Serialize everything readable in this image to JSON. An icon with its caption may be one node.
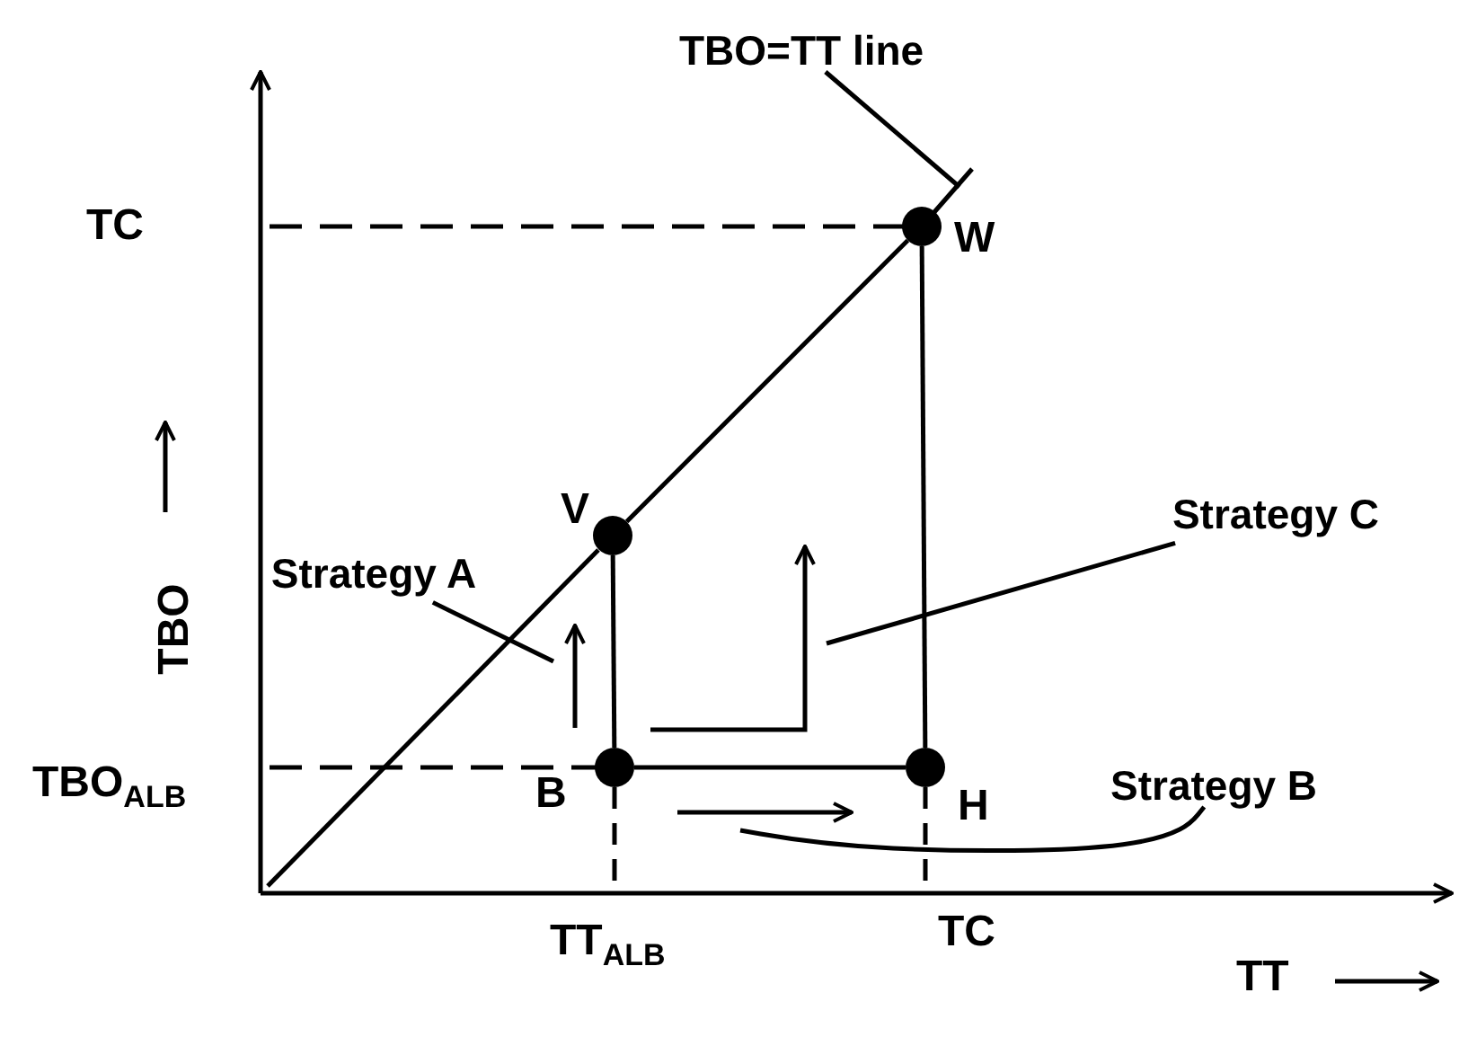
{
  "diagram": {
    "nodes": [
      {
        "text": [
          "TBO=TT line"
        ]
      },
      {
        "text": [
          "W"
        ]
      },
      {
        "text": [
          "V"
        ]
      },
      {
        "text": [
          "Strategy C"
        ]
      },
      {
        "text": [
          "Strategy A"
        ]
      },
      {
        "text": [
          "B"
        ]
      },
      {
        "text": [
          "H"
        ]
      },
      {
        "text": [
          "Strategy B"
        ]
      }
    ],
    "edges": [
      {
        "from": 0,
        "to": null,
        "arrow": "none"
      },
      {
        "from": 2,
        "to": 5,
        "arrow": "none"
      },
      {
        "from": 5,
        "to": 6,
        "arrow": "none"
      },
      {
        "from": 6,
        "to": 1,
        "arrow": "none"
      },
      {
        "from": 2,
        "to": 1,
        "arrow": "none"
      },
      {
        "from": 4,
        "to": null,
        "arrow": "none"
      },
      {
        "from": 3,
        "to": null,
        "arrow": "none"
      },
      {
        "from": 7,
        "to": null,
        "arrow": "none"
      }
    ],
    "labels": [
      "TC",
      "TBO",
      "TBO$_{ALB}$",
      "TT$_{ALB}$",
      "TC",
      "TT"
    ]
  }
}
